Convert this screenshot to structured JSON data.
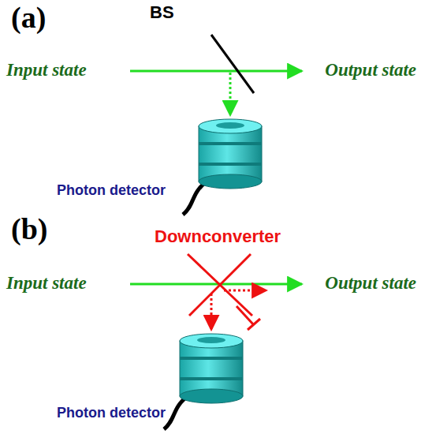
{
  "diagram": {
    "labels": [
      "(a)",
      "BS",
      "Input state",
      "Output state",
      "Photon detector",
      "(b)",
      "Downconverter",
      "Input state",
      "Output state",
      "Photon detector"
    ]
  }
}
